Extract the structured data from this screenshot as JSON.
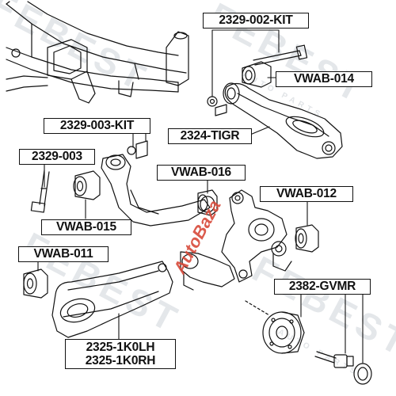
{
  "watermark": {
    "brand": "FEBEST",
    "tagline": "AUTO PARTS"
  },
  "stamp": {
    "text": "AutoBaza"
  },
  "labels": {
    "l1": "2329-002-KIT",
    "l2": "VWAB-014",
    "l3": "2329-003-KIT",
    "l4": "2324-TIGR",
    "l5": "2329-003",
    "l6": "VWAB-016",
    "l7": "VWAB-012",
    "l8": "VWAB-015",
    "l9": "VWAB-011",
    "l10": "2382-GVMR",
    "l11a": "2325-1K0LH",
    "l11b": "2325-1K0RH"
  }
}
